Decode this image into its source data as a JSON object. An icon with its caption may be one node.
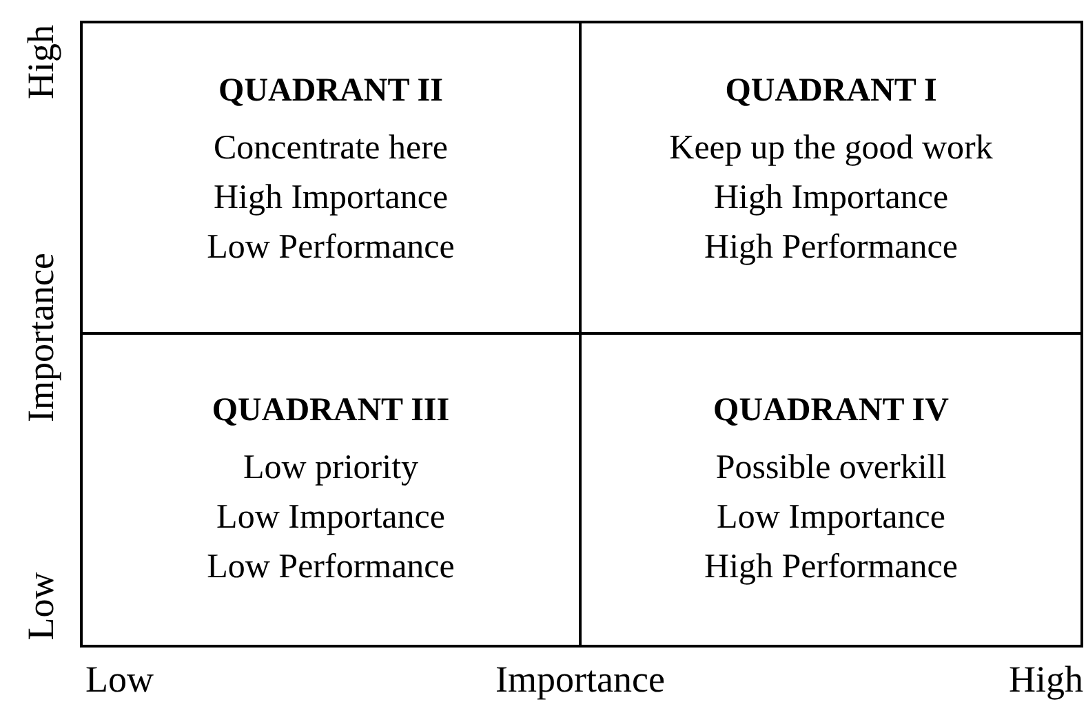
{
  "diagram": {
    "nodes": [
      {
        "text": [
          "QUADRANT II",
          "Concentrate here",
          "High Importance",
          "Low Performance"
        ]
      },
      {
        "text": [
          "QUADRANT I",
          "Keep up the good work",
          "High Importance",
          "High Performance"
        ]
      },
      {
        "text": [
          "QUADRANT III",
          "Low priority",
          "Low Importance",
          "Low Performance"
        ]
      },
      {
        "text": [
          "QUADRANT IV",
          "Possible overkill",
          "Low Importance",
          "High Performance"
        ]
      }
    ],
    "labels": [
      "High",
      "Importance",
      "Low",
      "Low",
      "Importance",
      "High"
    ]
  }
}
